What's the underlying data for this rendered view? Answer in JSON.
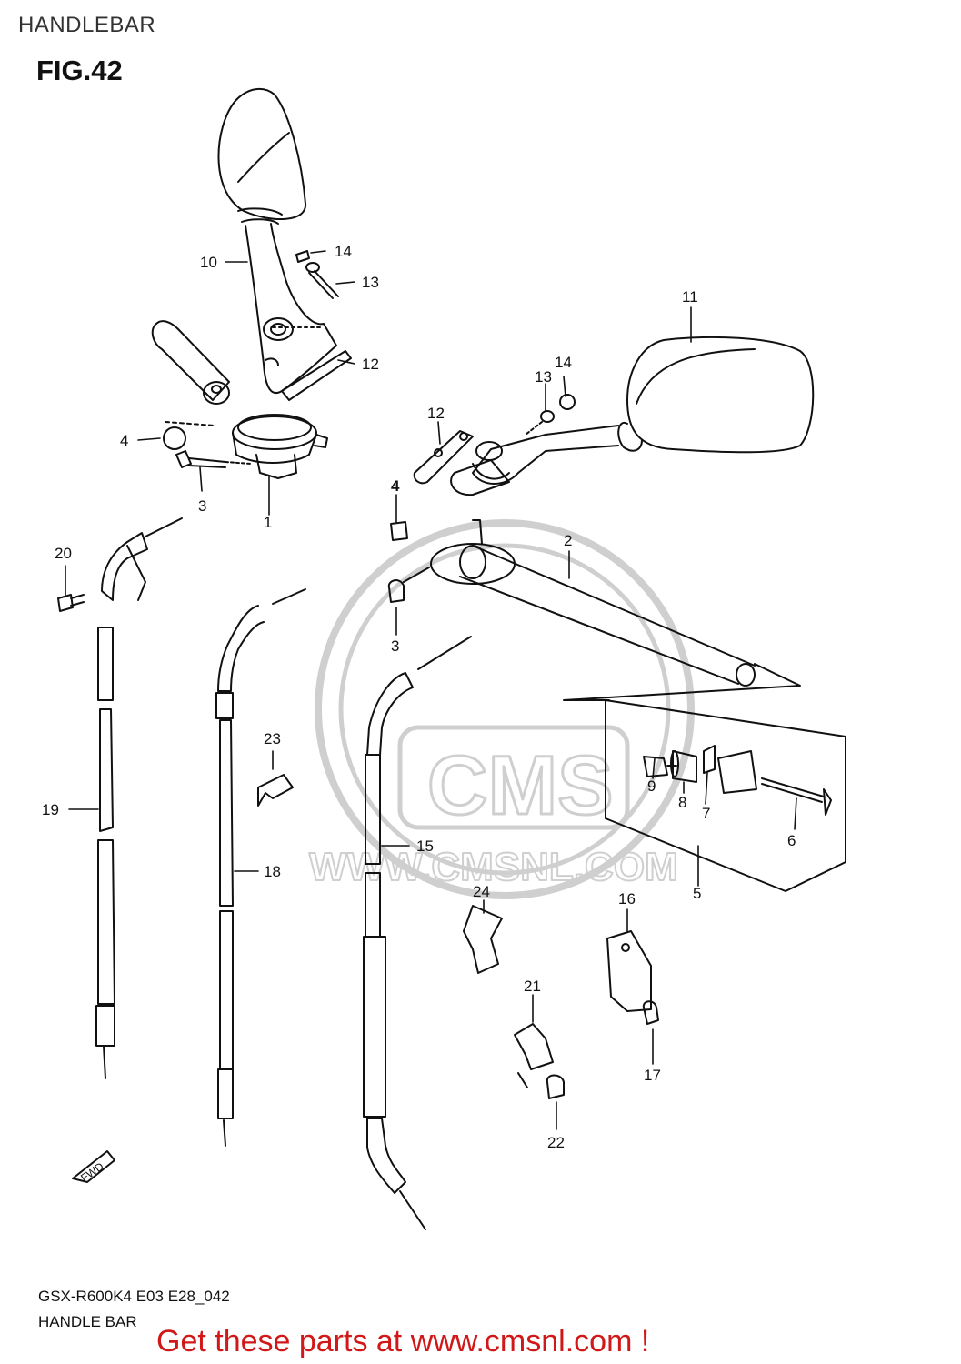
{
  "header": {
    "section": "HANDLEBAR",
    "figure": "FIG.42"
  },
  "footer": {
    "model_code": "GSX-R600K4 E03 E28_042",
    "diagram_name": "HANDLE BAR",
    "promo_text": "Get these parts at www.cmsnl.com !"
  },
  "watermark": {
    "brand": "CMS",
    "url": "WWW.CMSNL.COM"
  },
  "fwd_arrow": {
    "text": "FWD"
  },
  "callouts": {
    "c1": "1",
    "c2": "2",
    "c3a": "3",
    "c3b": "3",
    "c4a": "4",
    "c4b": "4",
    "c5": "5",
    "c6": "6",
    "c7": "7",
    "c8": "8",
    "c9": "9",
    "c10": "10",
    "c11": "11",
    "c12a": "12",
    "c12b": "12",
    "c13a": "13",
    "c13b": "13",
    "c14a": "14",
    "c14b": "14",
    "c15": "15",
    "c16": "16",
    "c17": "17",
    "c18": "18",
    "c19": "19",
    "c20": "20",
    "c21": "21",
    "c22": "22",
    "c23": "23",
    "c24": "24"
  }
}
